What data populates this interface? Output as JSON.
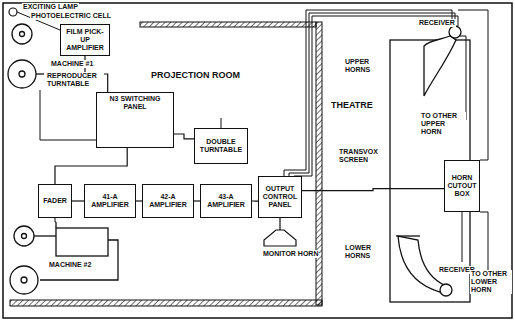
{
  "diagram": {
    "nodes": [
      {
        "text": [
          "FILM PICK-UP AMPLIFIER"
        ]
      },
      {
        "text": [
          "N3 SWITCHING PANEL"
        ]
      },
      {
        "text": [
          "DOUBLE TURNTABLE"
        ]
      },
      {
        "text": [
          "FADER"
        ]
      },
      {
        "text": [
          "41-A AMPLIFIER"
        ]
      },
      {
        "text": [
          "42-A AMPLIFIER"
        ]
      },
      {
        "text": [
          "43-A AMPLIFIER"
        ]
      },
      {
        "text": [
          "OUTPUT CONTROL PANEL"
        ]
      },
      {
        "text": [
          "HORN CUTOUT BOX"
        ]
      }
    ],
    "edges": [
      {
        "from": 0,
        "to": 1,
        "arrow": "none"
      },
      {
        "from": 2,
        "to": 1,
        "arrow": "none"
      },
      {
        "from": 1,
        "to": 3,
        "arrow": "none"
      },
      {
        "from": 3,
        "to": 4,
        "arrow": "none"
      },
      {
        "from": 4,
        "to": 5,
        "arrow": "none"
      },
      {
        "from": 5,
        "to": 6,
        "arrow": "none"
      },
      {
        "from": 6,
        "to": 7,
        "arrow": "none"
      },
      {
        "from": 7,
        "to": 8,
        "arrow": "none"
      }
    ],
    "labels": [
      "EXCITING LAMP",
      "PHOTOELECTRIC CELL",
      "MACHINE #1",
      "REPRODUCER TURNTABLE",
      "PROJECTION ROOM",
      "MACHINE #2",
      "MONITOR HORN",
      "THEATRE",
      "RECEIVER",
      "UPPER HORNS",
      "TO OTHER UPPER HORN",
      "TRANSVOX SCREEN",
      "LOWER HORNS",
      "RECEIVER",
      "TO OTHER LOWER HORN"
    ]
  }
}
